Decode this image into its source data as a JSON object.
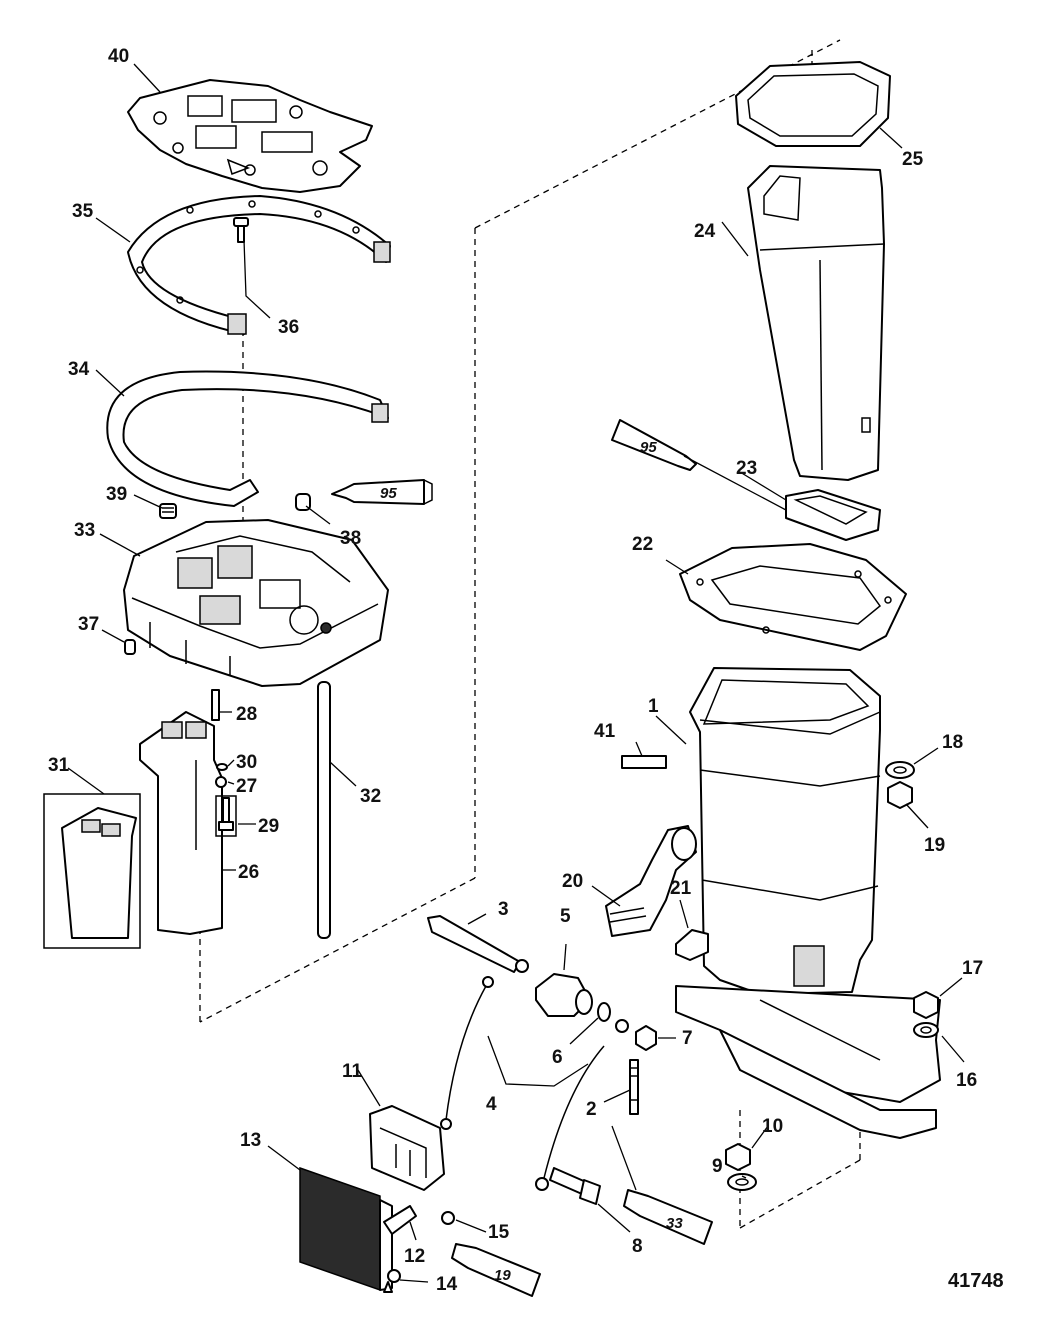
{
  "figure_number": "41748",
  "callouts": {
    "c1": "1",
    "c2": "2",
    "c3": "3",
    "c4": "4",
    "c5": "5",
    "c6": "6",
    "c7": "7",
    "c8": "8",
    "c9": "9",
    "c10": "10",
    "c11": "11",
    "c12": "12",
    "c13": "13",
    "c14": "14",
    "c15": "15",
    "c16": "16",
    "c17": "17",
    "c18": "18",
    "c19a": "19",
    "c20": "20",
    "c21": "21",
    "c22": "22",
    "c23": "23",
    "c24": "24",
    "c25": "25",
    "c26": "26",
    "c27": "27",
    "c28": "28",
    "c29": "29",
    "c30": "30",
    "c31": "31",
    "c32": "32",
    "c33": "33",
    "c34": "34",
    "c35": "35",
    "c36": "36",
    "c37": "37",
    "c38": "38",
    "c39": "39",
    "c40": "40",
    "c41": "41"
  },
  "tube_labels": {
    "t95a": "95",
    "t95b": "95",
    "t33": "33",
    "t19": "19"
  }
}
